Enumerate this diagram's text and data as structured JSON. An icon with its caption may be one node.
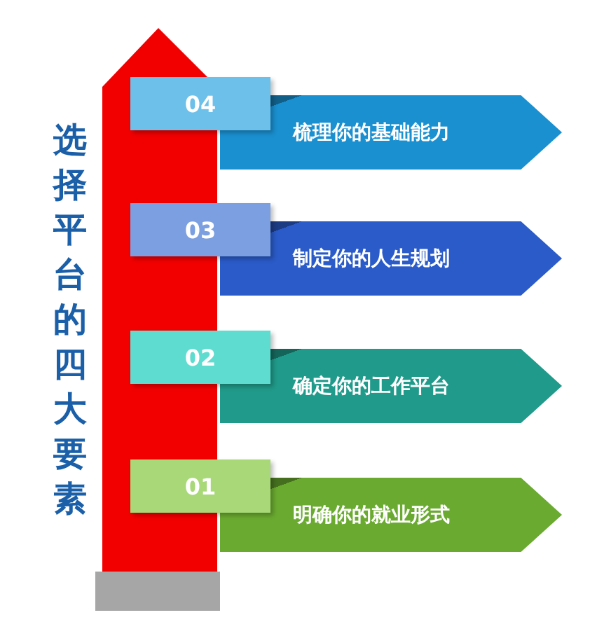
{
  "diagram": {
    "title": "选择平台的四大要素",
    "nodes": [
      {
        "text": [
          "04"
        ]
      },
      {
        "text": [
          "梳理你的基础能力"
        ]
      },
      {
        "text": [
          "03"
        ]
      },
      {
        "text": [
          "制定你的人生规划"
        ]
      },
      {
        "text": [
          "02"
        ]
      },
      {
        "text": [
          "确定你的工作平台"
        ]
      },
      {
        "text": [
          "01"
        ]
      },
      {
        "text": [
          "明确你的就业形式"
        ]
      }
    ],
    "edges": []
  }
}
